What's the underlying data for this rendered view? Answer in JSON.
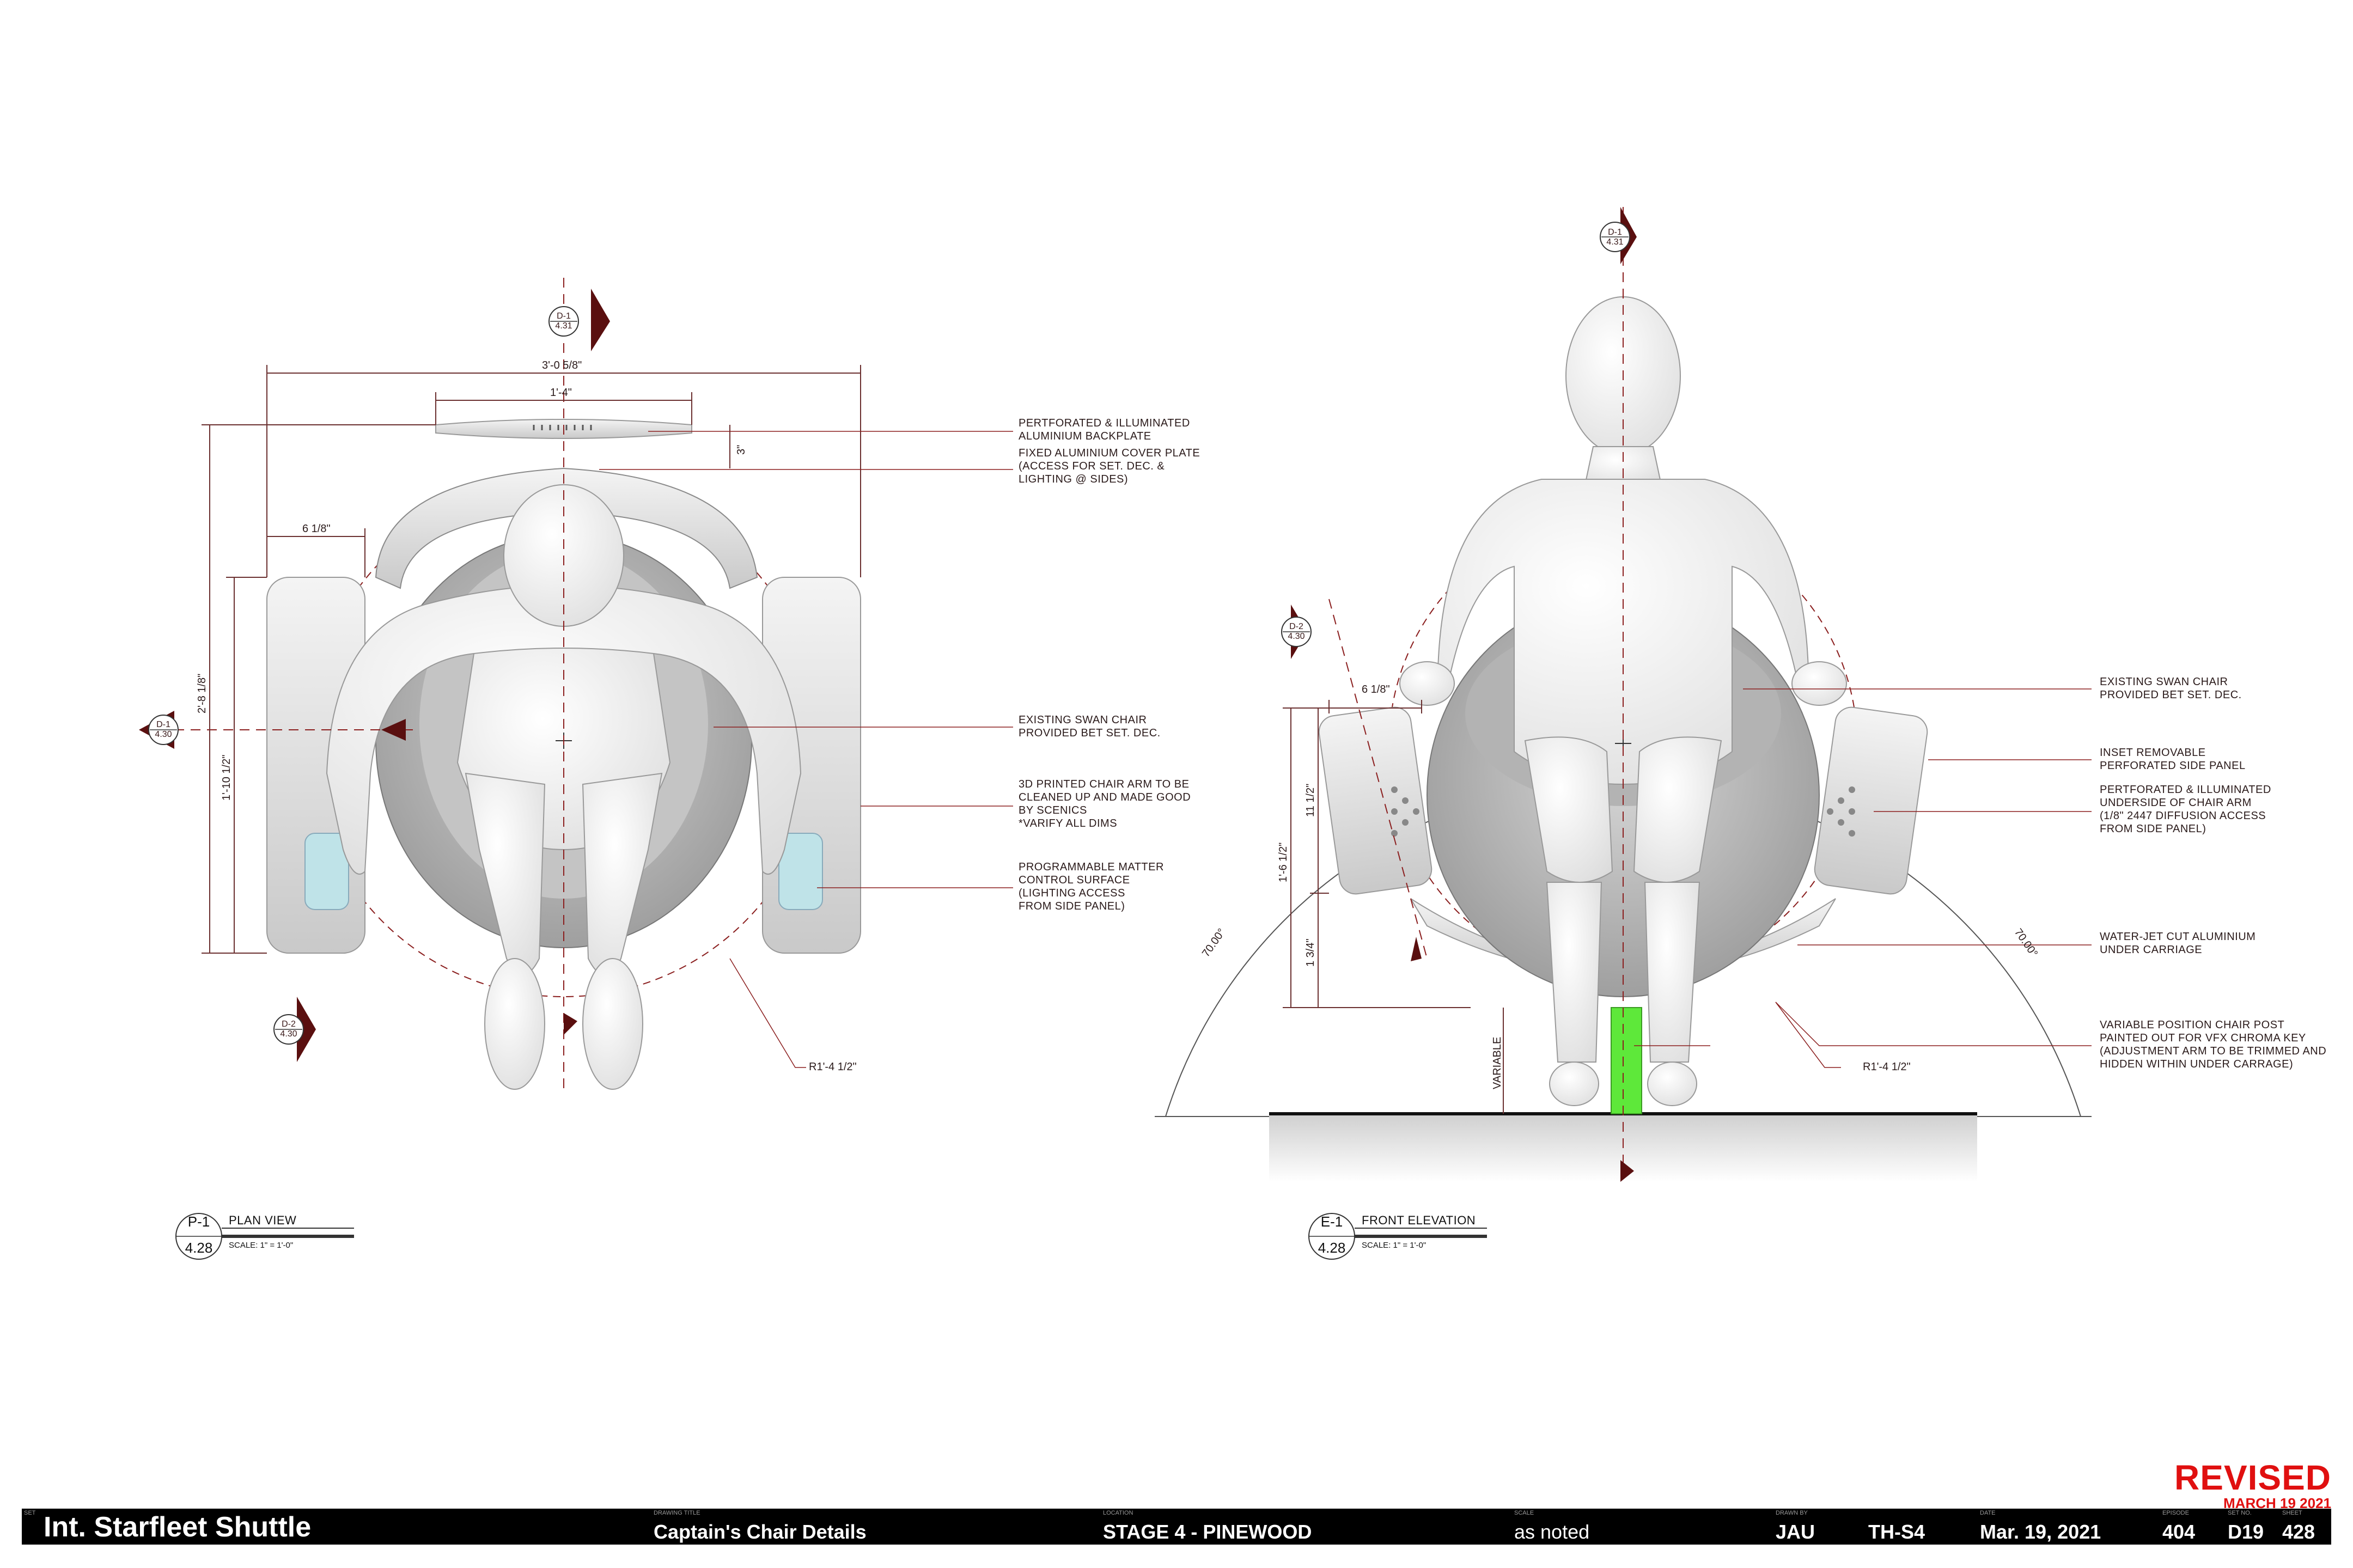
{
  "sheet": {
    "revised": {
      "label": "REVISED",
      "date": "MARCH 19 2021"
    },
    "title_block": {
      "set_label": "SET",
      "set_name": "Int. Starfleet Shuttle",
      "drawing_title_label": "DRAWING TITLE",
      "drawing_title": "Captain's Chair Details",
      "location_label": "LOCATION",
      "location": "STAGE 4 - PINEWOOD",
      "scale_label": "SCALE",
      "scale": "as noted",
      "drawn_by_label": "DRAWN BY",
      "drawn_by": "JAU",
      "code": "TH-S4",
      "date_label": "DATE",
      "date": "Mar. 19, 2021",
      "episode_label": "EPISODE",
      "episode": "404",
      "set_no_label": "SET NO.",
      "set_no": "D19",
      "sheet_label": "SHEET",
      "sheet_no": "428"
    }
  },
  "plan_view": {
    "tag_id": "P-1",
    "tag_sheet": "4.28",
    "title": "PLAN VIEW",
    "scale": "SCALE: 1\" = 1'-0\"",
    "dims": {
      "overall_width": "3'-0 5/8\"",
      "backplate_width": "1'-4\"",
      "backplate_depth": "3\"",
      "arm_width": "6 1/8\"",
      "overall_depth": "2'-8 1/8\"",
      "arm_length": "1'-10 1/2\"",
      "radius": "R1'-4 1/2\""
    },
    "section_tags": [
      {
        "id": "D-1",
        "sheet": "4.31"
      },
      {
        "id": "D-1",
        "sheet": "4.30"
      },
      {
        "id": "D-2",
        "sheet": "4.30"
      }
    ],
    "notes": [
      "PERTFORATED & ILLUMINATED\nALUMINIUM BACKPLATE",
      "FIXED ALUMINIUM COVER PLATE\n(ACCESS FOR SET. DEC. &\nLIGHTING @ SIDES)",
      "EXISTING SWAN CHAIR\nPROVIDED BET SET. DEC.",
      "3D PRINTED CHAIR ARM TO BE\nCLEANED UP AND MADE GOOD\nBY SCENICS\n*VARIFY ALL DIMS",
      "PROGRAMMABLE MATTER\nCONTROL SURFACE\n(LIGHTING ACCESS\nFROM SIDE PANEL)"
    ]
  },
  "front_elevation": {
    "tag_id": "E-1",
    "tag_sheet": "4.28",
    "title": "FRONT ELEVATION",
    "scale": "SCALE: 1\" = 1'-0\"",
    "dims": {
      "arm_width": "6 1/8\"",
      "overall_height": "1'-6 1/2\"",
      "arm_height": "11 1/2\"",
      "base_height": "1 3/4\"",
      "angle_left": "70.00°",
      "angle_right": "70.00°",
      "post_height": "VARIABLE",
      "radius": "R1'-4 1/2\""
    },
    "section_tags": [
      {
        "id": "D-1",
        "sheet": "4.31"
      },
      {
        "id": "D-2",
        "sheet": "4.30"
      }
    ],
    "notes": [
      "EXISTING SWAN CHAIR\nPROVIDED BET SET. DEC.",
      "INSET REMOVABLE\nPERFORATED SIDE PANEL",
      "PERTFORATED & ILLUMINATED\nUNDERSIDE OF CHAIR ARM\n(1/8\" 2447 DIFFUSION ACCESS\nFROM SIDE PANEL)",
      "WATER-JET CUT ALUMINIUM\nUNDER CARRIAGE",
      "VARIABLE POSITION CHAIR POST\nPAINTED OUT FOR VFX CHROMA KEY\n(ADJUSTMENT ARM TO BE TRIMMED AND\nHIDDEN WITHIN UNDER CARRAGE)"
    ]
  },
  "colors": {
    "leader": "#8b1f1f",
    "dim_line": "#6b3030",
    "marker": "#5a0f0f",
    "chroma_post": "#5ee83a",
    "control_surface": "#bfe3e8",
    "title_block": "#000000",
    "revised": "#e01010"
  }
}
